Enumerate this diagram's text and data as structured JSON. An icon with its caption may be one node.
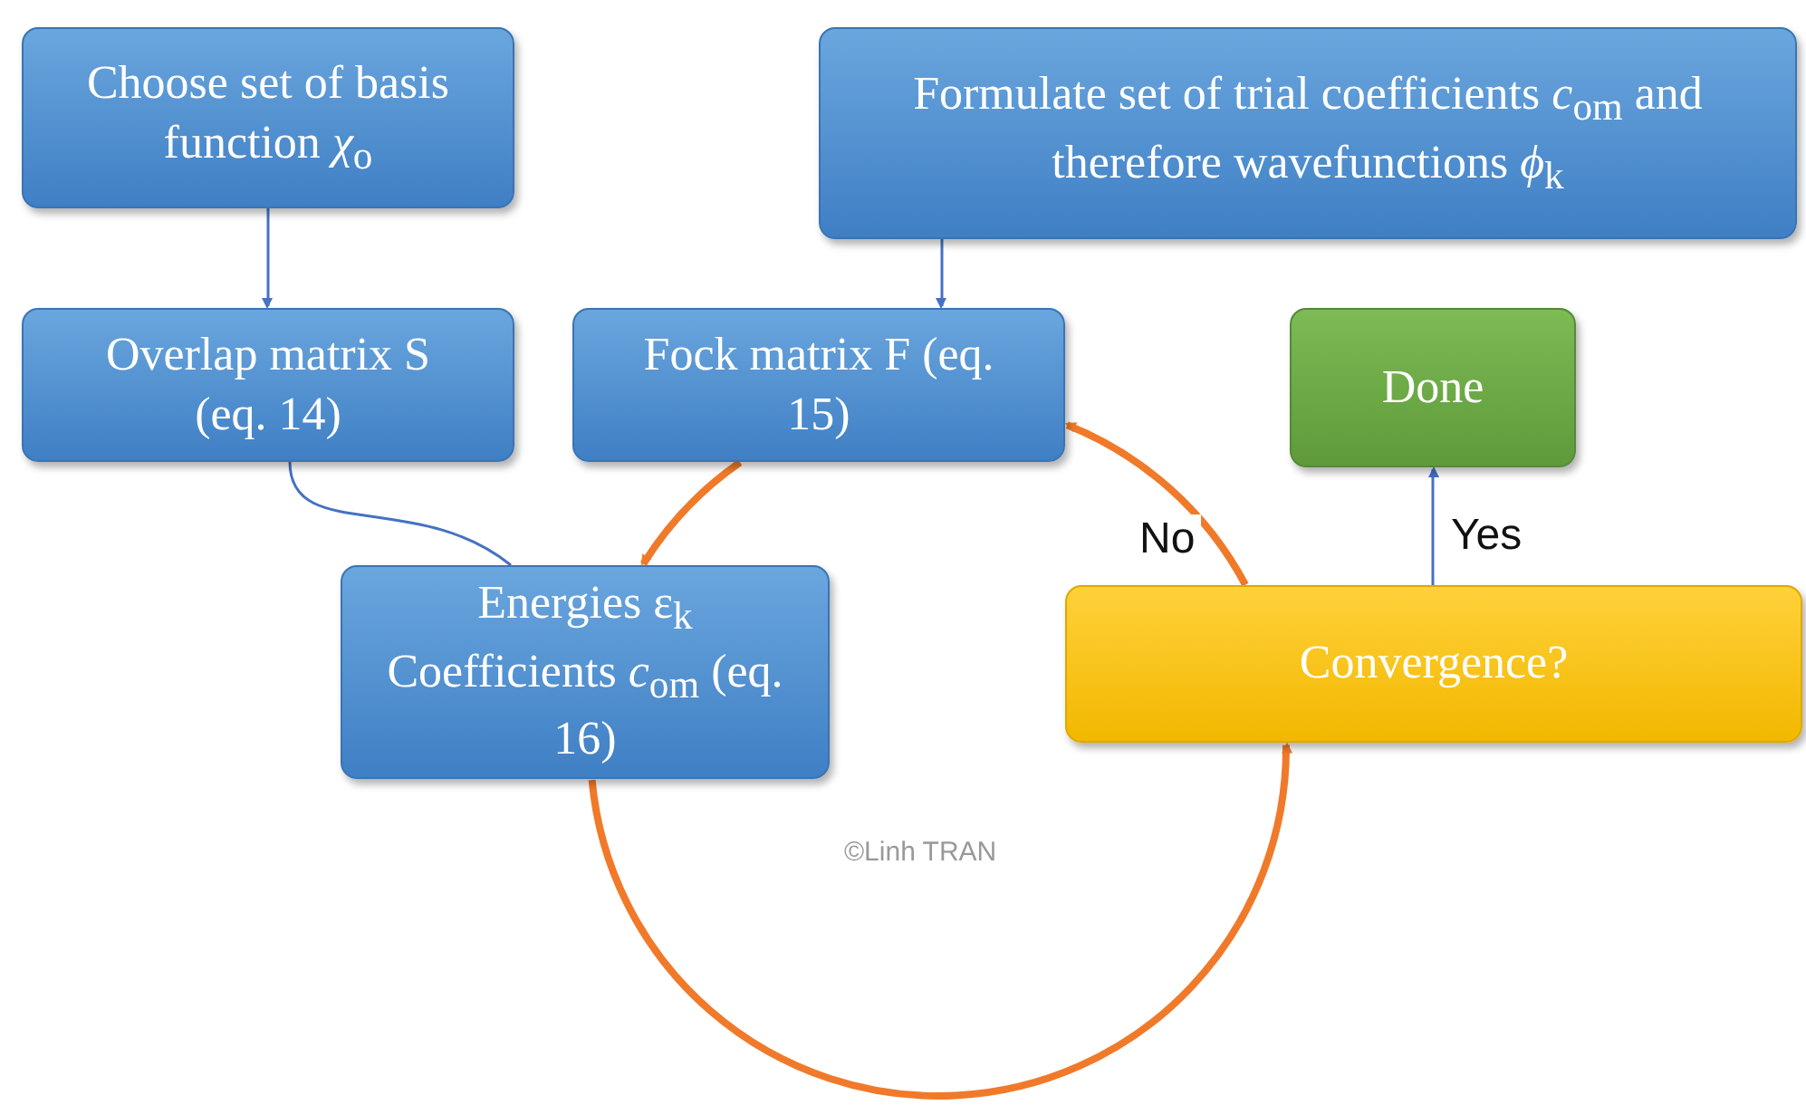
{
  "diagram": {
    "nodes": [
      {
        "text": [
          "Choose set of basis function *χ*$_{o}$"
        ]
      },
      {
        "text": [
          "Formulate set of trial coefficients *c*$_{om}$ and therefore wavefunctions *ϕ*$_{k}$"
        ]
      },
      {
        "text": [
          "Overlap matrix S (eq. 14)"
        ]
      },
      {
        "text": [
          "Fock matrix F (eq. 15)"
        ]
      },
      {
        "text": [
          "Done"
        ]
      },
      {
        "text": [
          "Energies ε$_{k}$ Coefficients *c*$_{om}$ (eq. 16)"
        ]
      },
      {
        "text": [
          "Convergence?"
        ]
      }
    ],
    "edges": [
      {
        "from": 0,
        "to": 2,
        "arrow": "to"
      },
      {
        "from": 1,
        "to": 3,
        "arrow": "to"
      },
      {
        "from": 2,
        "to": 5,
        "arrow": "none"
      },
      {
        "from": 3,
        "to": 5,
        "arrow": "to",
        "style": "thick",
        "color": "#f07a2a"
      },
      {
        "from": 5,
        "to": 6,
        "arrow": "to",
        "style": "thick",
        "color": "#f07a2a"
      },
      {
        "from": 6,
        "to": 3,
        "arrow": "to",
        "label": "No",
        "style": "thick",
        "color": "#f07a2a"
      },
      {
        "from": 6,
        "to": 4,
        "arrow": "to",
        "label": "Yes"
      }
    ],
    "labels": [
      "©Linh TRAN"
    ]
  }
}
